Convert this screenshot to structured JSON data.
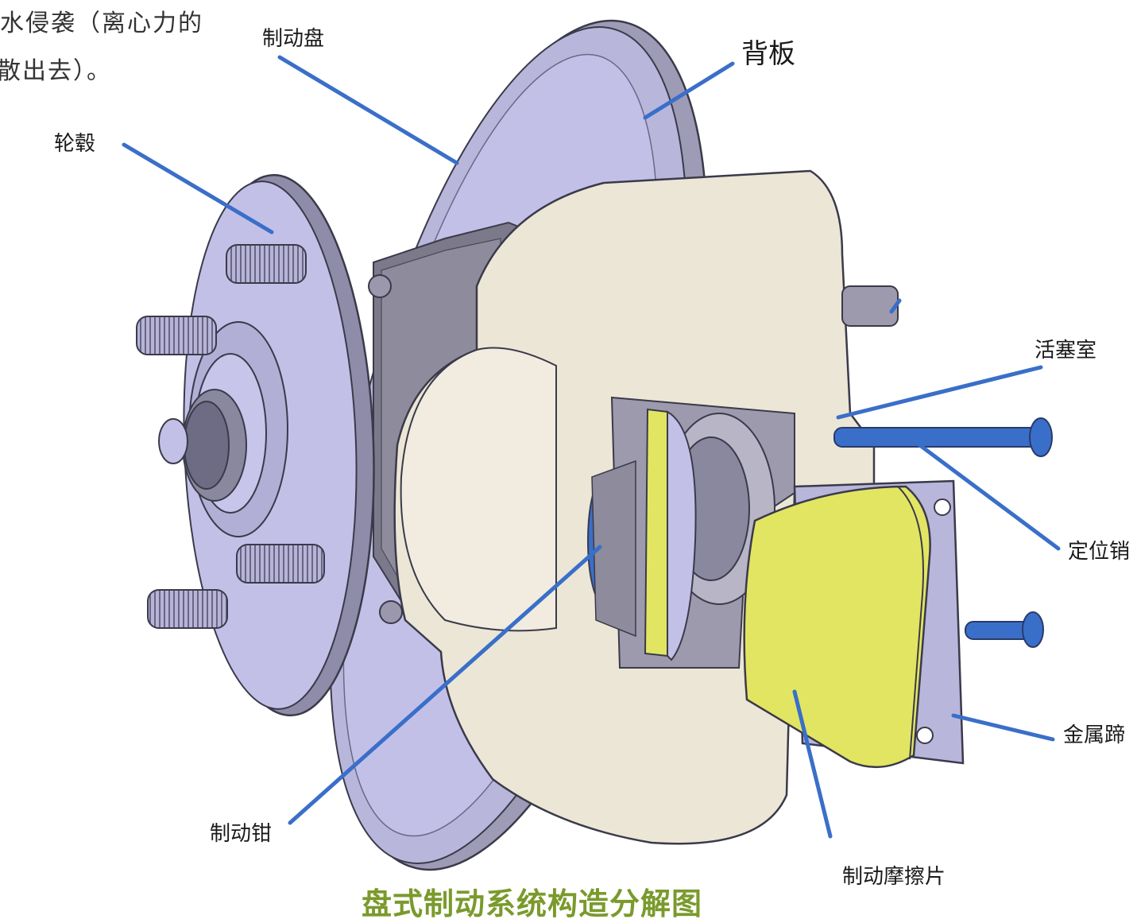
{
  "intro_text": [
    "水侵袭（离心力的",
    "散出去）。"
  ],
  "labels": {
    "brake_disc": "制动盘",
    "back_plate": "背板",
    "hub": "轮毂",
    "piston_chamber": "活塞室",
    "locating_pin": "定位销",
    "metal_shoe": "金属蹄",
    "caliper": "制动钳",
    "friction_pad": "制动摩擦片"
  },
  "title": "盘式制动系统构造分解图",
  "colors": {
    "leader_line": "#3a6fc9",
    "disc": "#c0bde6",
    "caliper_body": "#ece6d6",
    "friction_material": "#e2e562",
    "outline": "#3a3a4a",
    "title": "#7a9a2c"
  }
}
